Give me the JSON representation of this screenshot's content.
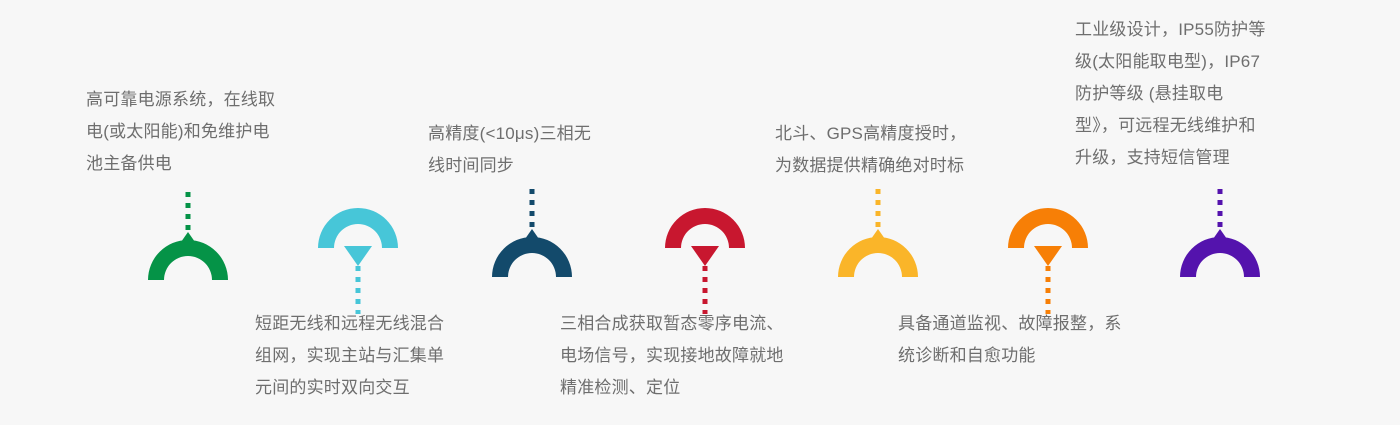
{
  "page": {
    "background_color": "#f7f7f7",
    "text_color": "#6e6e6e",
    "title": "产品特性图示"
  },
  "features": [
    {
      "id": "power-supply",
      "index": 1,
      "color": "#059347",
      "color_name": "green",
      "icon": "antenna-arc-up-icon",
      "orientation": "up",
      "caption_position": "above",
      "caption": "高可靠电源系统，在线取\n电(或太阳能)和免维护电\n池主备供电"
    },
    {
      "id": "hybrid-networking",
      "index": 2,
      "color": "#47c6d8",
      "color_name": "cyan",
      "icon": "antenna-arc-down-icon",
      "orientation": "down",
      "caption_position": "below",
      "caption": "短距无线和远程无线混合\n组网，实现主站与汇集单\n元间的实时双向交互"
    },
    {
      "id": "time-sync",
      "index": 3,
      "color": "#134a6b",
      "color_name": "navy",
      "icon": "antenna-arc-up-icon",
      "orientation": "up",
      "caption_position": "above",
      "caption": "高精度(<10μs)三相无\n线时间同步"
    },
    {
      "id": "fault-detection",
      "index": 4,
      "color": "#c8172f",
      "color_name": "red",
      "icon": "antenna-arc-down-icon",
      "orientation": "down",
      "caption_position": "below",
      "caption": "三相合成获取暂态零序电流、\n电场信号，实现接地故障就地\n精准检测、定位"
    },
    {
      "id": "satellite-timing",
      "index": 5,
      "color": "#fab529",
      "color_name": "yellow",
      "icon": "antenna-arc-up-icon",
      "orientation": "up",
      "caption_position": "above",
      "caption": "北斗、GPS高精度授时，\n为数据提供精确绝对时标"
    },
    {
      "id": "self-diagnosis",
      "index": 6,
      "color": "#f77f06",
      "color_name": "orange",
      "icon": "antenna-arc-down-icon",
      "orientation": "down",
      "caption_position": "below",
      "caption": "具备通道监视、故障报整，系\n统诊断和自愈功能"
    },
    {
      "id": "industrial-design",
      "index": 7,
      "color": "#5413ad",
      "color_name": "purple",
      "icon": "antenna-arc-up-icon",
      "orientation": "up",
      "caption_position": "above",
      "caption": "工业级设计，IP55防护等\n级(太阳能取电型)，IP67\n防护等级 (悬挂取电\n型》，可远程无线维护和\n升级，支持短信管理"
    }
  ]
}
